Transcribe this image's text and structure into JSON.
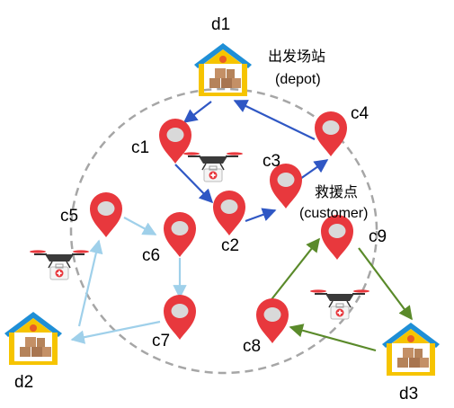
{
  "depots": [
    {
      "id": "d1",
      "label": "d1"
    },
    {
      "id": "d2",
      "label": "d2"
    },
    {
      "id": "d3",
      "label": "d3"
    }
  ],
  "customers": [
    {
      "id": "c1",
      "label": "c1"
    },
    {
      "id": "c2",
      "label": "c2"
    },
    {
      "id": "c3",
      "label": "c3"
    },
    {
      "id": "c4",
      "label": "c4"
    },
    {
      "id": "c5",
      "label": "c5"
    },
    {
      "id": "c6",
      "label": "c6"
    },
    {
      "id": "c7",
      "label": "c7"
    },
    {
      "id": "c8",
      "label": "c8"
    },
    {
      "id": "c9",
      "label": "c9"
    }
  ],
  "annotations": {
    "depot_cn": "出发场站",
    "depot_en": "(depot)",
    "customer_cn": "救援点",
    "customer_en": "(customer)"
  },
  "routes": [
    {
      "color": "#2f57c4",
      "stops": [
        "d1",
        "c1",
        "c2",
        "c3",
        "c4",
        "d1"
      ]
    },
    {
      "color": "#9fd0ea",
      "stops": [
        "d2",
        "c5",
        "c6",
        "c7",
        "d2"
      ]
    },
    {
      "color": "#5a8a2a",
      "stops": [
        "d3",
        "c8",
        "c9",
        "d3"
      ]
    }
  ],
  "colors": {
    "pin": "#e8383d",
    "pin_hole": "#d9d9d9",
    "warehouse_roof": "#1f8fd6",
    "warehouse_frame": "#f6c400",
    "circle": "#a6a6a6"
  },
  "icons": [
    "location-pin-icon",
    "warehouse-icon",
    "drone-icon",
    "first-aid-kit-icon"
  ]
}
